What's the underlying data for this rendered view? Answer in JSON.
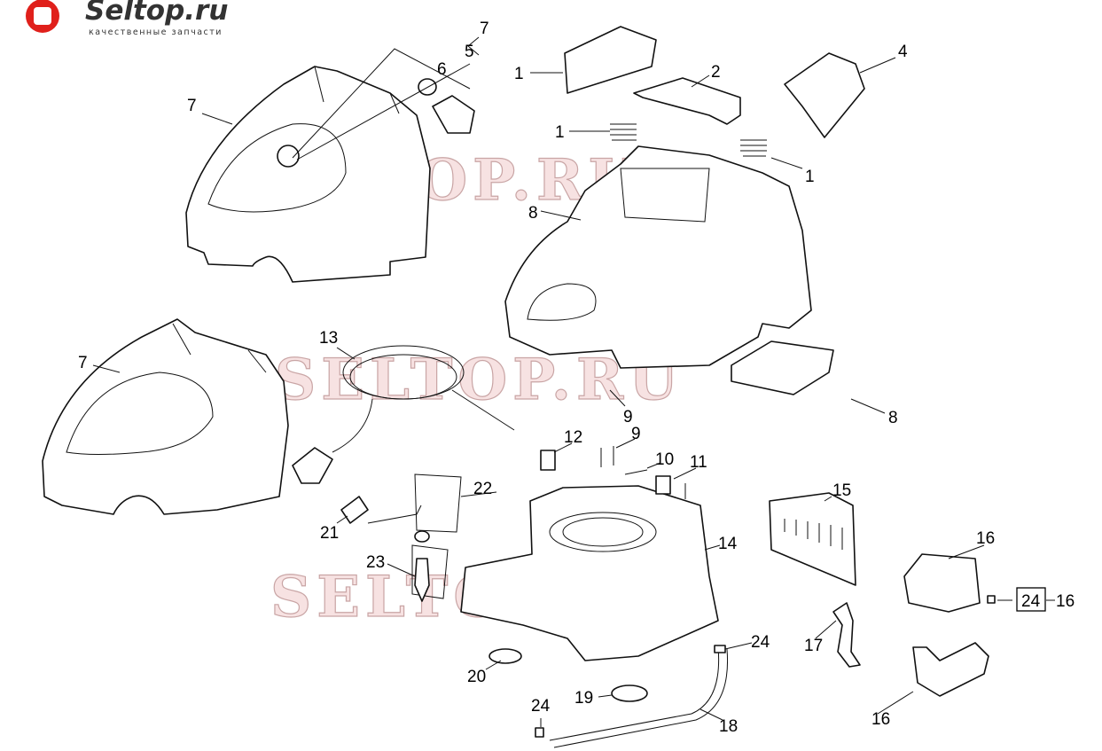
{
  "logo": {
    "title": "Seltop.ru",
    "subtitle": "качественные запчасти"
  },
  "watermark": "SELTOP.RU",
  "callouts": [
    "7",
    "5",
    "6",
    "7",
    "1",
    "2",
    "4",
    "1",
    "1",
    "8",
    "7",
    "13",
    "9",
    "8",
    "12",
    "9",
    "10",
    "11",
    "22",
    "15",
    "16",
    "21",
    "14",
    "23",
    "24",
    "16",
    "17",
    "24",
    "20",
    "19",
    "24",
    "18",
    "16"
  ],
  "colors": {
    "logo_red": "#e0201b",
    "watermark": "#f3d6d6"
  }
}
